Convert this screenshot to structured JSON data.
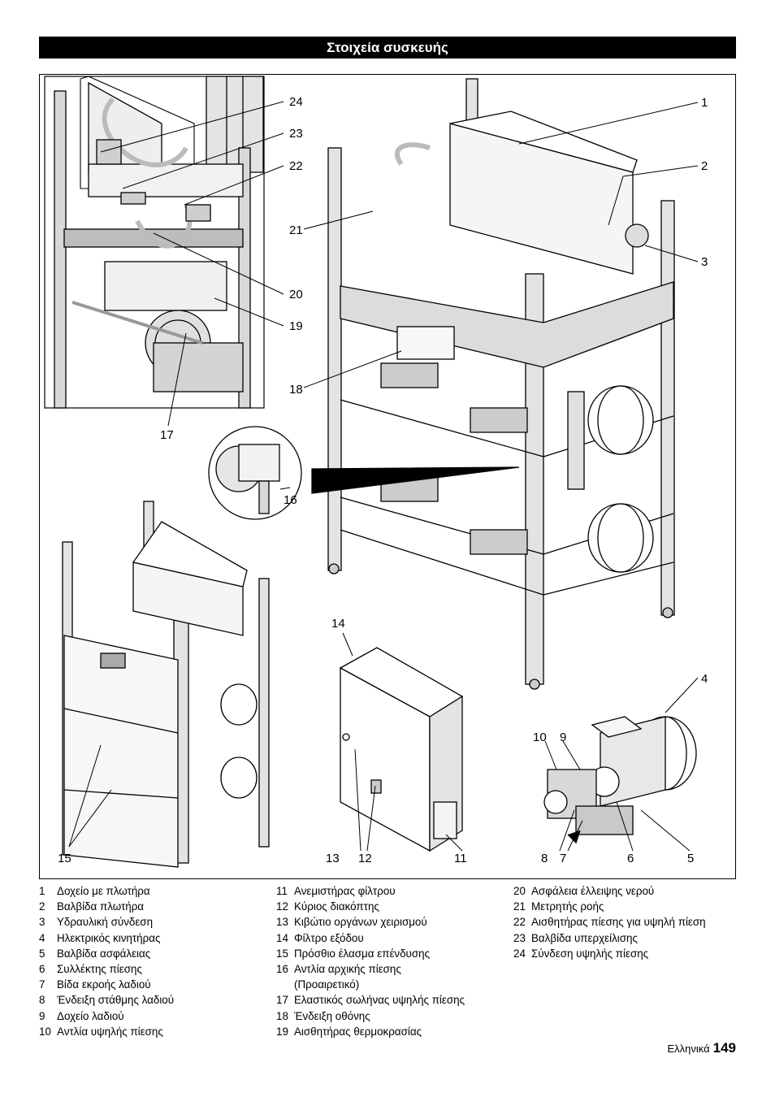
{
  "header": {
    "title": "Στοιχεία συσκευής"
  },
  "callouts": [
    "1",
    "2",
    "3",
    "4",
    "5",
    "6",
    "7",
    "8",
    "9",
    "10",
    "11",
    "12",
    "13",
    "14",
    "15",
    "16",
    "17",
    "18",
    "19",
    "20",
    "21",
    "22",
    "23",
    "24"
  ],
  "legend": {
    "col1": [
      {
        "num": "1",
        "text": "Δοχείο με πλωτήρα"
      },
      {
        "num": "2",
        "text": "Βαλβίδα πλωτήρα"
      },
      {
        "num": "3",
        "text": "Υδραυλική σύνδεση"
      },
      {
        "num": "4",
        "text": "Ηλεκτρικός κινητήρας"
      },
      {
        "num": "5",
        "text": "Βαλβίδα ασφάλειας"
      },
      {
        "num": "6",
        "text": "Συλλέκτης πίεσης"
      },
      {
        "num": "7",
        "text": "Βίδα εκροής λαδιού"
      },
      {
        "num": "8",
        "text": "Ένδειξη στάθμης λαδιού"
      },
      {
        "num": "9",
        "text": "Δοχείο λαδιού"
      },
      {
        "num": "10",
        "text": "Αντλία υψηλής πίεσης"
      }
    ],
    "col2": [
      {
        "num": "11",
        "text": "Ανεμιστήρας φίλτρου"
      },
      {
        "num": "12",
        "text": "Κύριος διακόπτης"
      },
      {
        "num": "13",
        "text": "Κιβώτιο οργάνων χειρισμού"
      },
      {
        "num": "14",
        "text": "Φίλτρο εξόδου"
      },
      {
        "num": "15",
        "text": "Πρόσθιο έλασμα επένδυσης"
      },
      {
        "num": "16",
        "text": "Αντλία αρχικής πίεσης",
        "sub": "(Προαιρετικό)"
      },
      {
        "num": "17",
        "text": "Ελαστικός σωλήνας υψηλής πίεσης"
      },
      {
        "num": "18",
        "text": "Ένδειξη οθόνης"
      },
      {
        "num": "19",
        "text": "Αισθητήρας θερμοκρασίας"
      }
    ],
    "col3": [
      {
        "num": "20",
        "text": "Ασφάλεια έλλειψης νερού"
      },
      {
        "num": "21",
        "text": "Μετρητής ροής"
      },
      {
        "num": "22",
        "text": "Αισθητήρας πίεσης για υψηλή πίεση"
      },
      {
        "num": "23",
        "text": "Βαλβίδα υπερχείλισης"
      },
      {
        "num": "24",
        "text": "Σύνδεση υψηλής πίεσης"
      }
    ]
  },
  "footer": {
    "language": "Ελληνικά",
    "page": "149"
  }
}
